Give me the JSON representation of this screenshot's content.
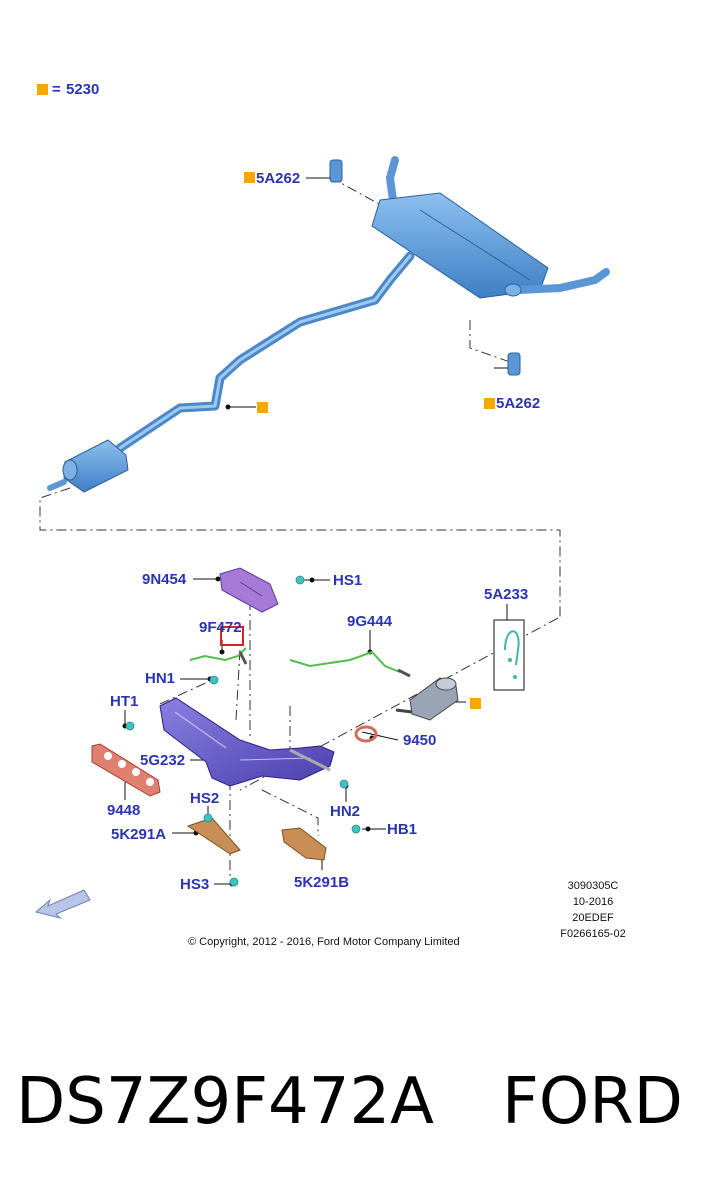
{
  "legend": {
    "symbol_color": "#f5a800",
    "equals": "=",
    "code": "5230"
  },
  "labels": {
    "a262_top": "5A262",
    "a262_right": "5A262",
    "n454": "9N454",
    "hs1": "HS1",
    "f472": "9F472",
    "g444": "9G444",
    "a233": "5A233",
    "hn1": "HN1",
    "ht1": "HT1",
    "g232": "5G232",
    "n9450": "9450",
    "n9448": "9448",
    "hs2": "HS2",
    "k291a": "5K291A",
    "hn2": "HN2",
    "hb1": "HB1",
    "hs3": "HS3",
    "k291b": "5K291B"
  },
  "meta": {
    "line1": "3090305C",
    "line2": "10-2016",
    "line3": "20EDEF",
    "line4": "F0266165-02"
  },
  "copyright": "© Copyright, 2012 - 2016, Ford Motor Company Limited",
  "caption": {
    "part_number": "DS7Z9F472A",
    "brand": "FORD"
  },
  "colors": {
    "label": "#2a35b0",
    "exhaust_blue": "#5b97d6",
    "manifold_purple": "#6a5bc9",
    "heat_shield": "#c98e55",
    "gasket": "#d46a5a",
    "highlight": "#e02020"
  }
}
